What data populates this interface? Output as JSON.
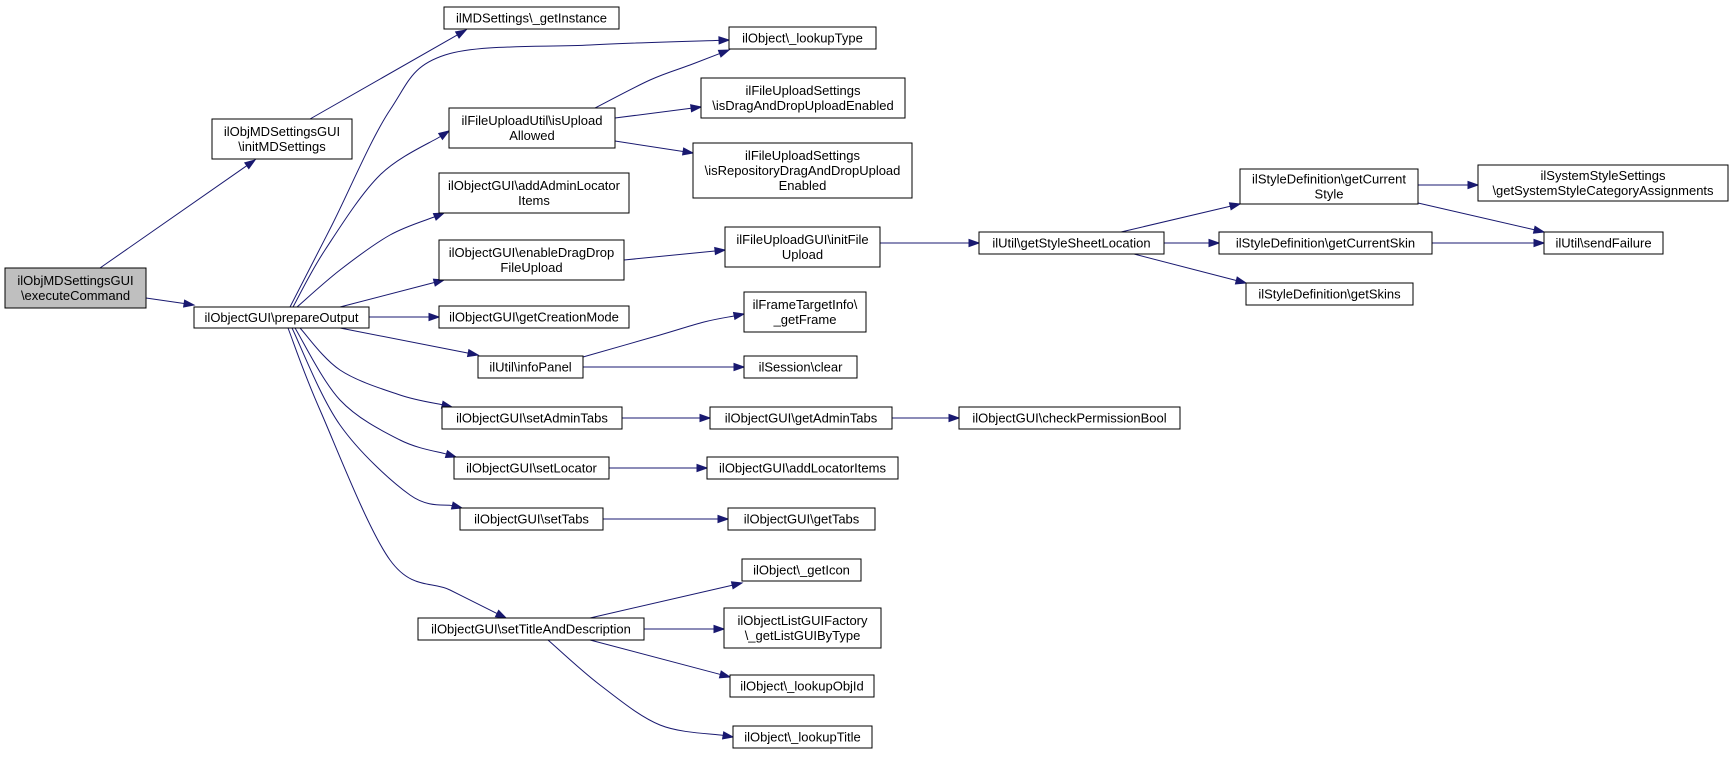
{
  "colors": {
    "edge": "#191970",
    "node_fill": "#ffffff",
    "node_highlight": "#bfbfbf",
    "node_border": "#000000"
  },
  "nodes": [
    {
      "id": "n0",
      "lines": [
        "ilObjMDSettingsGUI",
        "\\executeCommand"
      ],
      "highlight": true
    },
    {
      "id": "n1",
      "lines": [
        "ilObjMDSettingsGUI",
        "\\initMDSettings"
      ]
    },
    {
      "id": "n2",
      "lines": [
        "ilObjectGUI\\prepareOutput"
      ]
    },
    {
      "id": "n3",
      "lines": [
        "ilMDSettings\\_getInstance"
      ]
    },
    {
      "id": "n4",
      "lines": [
        "ilObject\\_lookupType"
      ]
    },
    {
      "id": "n5",
      "lines": [
        "ilFileUploadUtil\\isUpload",
        "Allowed"
      ]
    },
    {
      "id": "n6",
      "lines": [
        "ilObjectGUI\\addAdminLocator",
        "Items"
      ]
    },
    {
      "id": "n7",
      "lines": [
        "ilObjectGUI\\enableDragDrop",
        "FileUpload"
      ]
    },
    {
      "id": "n8",
      "lines": [
        "ilObjectGUI\\getCreationMode"
      ]
    },
    {
      "id": "n9",
      "lines": [
        "ilUtil\\infoPanel"
      ]
    },
    {
      "id": "n10",
      "lines": [
        "ilObjectGUI\\setAdminTabs"
      ]
    },
    {
      "id": "n11",
      "lines": [
        "ilObjectGUI\\setLocator"
      ]
    },
    {
      "id": "n12",
      "lines": [
        "ilObjectGUI\\setTabs"
      ]
    },
    {
      "id": "n13",
      "lines": [
        "ilObjectGUI\\setTitleAndDescription"
      ]
    },
    {
      "id": "n14",
      "lines": [
        "ilFileUploadSettings",
        "\\isDragAndDropUploadEnabled"
      ]
    },
    {
      "id": "n15",
      "lines": [
        "ilFileUploadSettings",
        "\\isRepositoryDragAndDropUpload",
        "Enabled"
      ]
    },
    {
      "id": "n16",
      "lines": [
        "ilFileUploadGUI\\initFile",
        "Upload"
      ]
    },
    {
      "id": "n17",
      "lines": [
        "ilFrameTargetInfo\\",
        "_getFrame"
      ]
    },
    {
      "id": "n18",
      "lines": [
        "ilSession\\clear"
      ]
    },
    {
      "id": "n19",
      "lines": [
        "ilObjectGUI\\getAdminTabs"
      ]
    },
    {
      "id": "n20",
      "lines": [
        "ilObjectGUI\\addLocatorItems"
      ]
    },
    {
      "id": "n21",
      "lines": [
        "ilObjectGUI\\getTabs"
      ]
    },
    {
      "id": "n22",
      "lines": [
        "ilObject\\_getIcon"
      ]
    },
    {
      "id": "n23",
      "lines": [
        "ilObjectListGUIFactory",
        "\\_getListGUIByType"
      ]
    },
    {
      "id": "n24",
      "lines": [
        "ilObject\\_lookupObjId"
      ]
    },
    {
      "id": "n25",
      "lines": [
        "ilObject\\_lookupTitle"
      ]
    },
    {
      "id": "n26",
      "lines": [
        "ilUtil\\getStyleSheetLocation"
      ]
    },
    {
      "id": "n27",
      "lines": [
        "ilObjectGUI\\checkPermissionBool"
      ]
    },
    {
      "id": "n28",
      "lines": [
        "ilStyleDefinition\\getCurrent",
        "Style"
      ]
    },
    {
      "id": "n29",
      "lines": [
        "ilStyleDefinition\\getCurrentSkin"
      ]
    },
    {
      "id": "n30",
      "lines": [
        "ilStyleDefinition\\getSkins"
      ]
    },
    {
      "id": "n31",
      "lines": [
        "ilSystemStyleSettings",
        "\\getSystemStyleCategoryAssignments"
      ]
    },
    {
      "id": "n32",
      "lines": [
        "ilUtil\\sendFailure"
      ]
    }
  ],
  "edges": [
    [
      "n0",
      "n1"
    ],
    [
      "n0",
      "n2"
    ],
    [
      "n1",
      "n3"
    ],
    [
      "n2",
      "n4"
    ],
    [
      "n2",
      "n5"
    ],
    [
      "n2",
      "n6"
    ],
    [
      "n2",
      "n7"
    ],
    [
      "n2",
      "n8"
    ],
    [
      "n2",
      "n9"
    ],
    [
      "n2",
      "n10"
    ],
    [
      "n2",
      "n11"
    ],
    [
      "n2",
      "n12"
    ],
    [
      "n2",
      "n13"
    ],
    [
      "n5",
      "n4"
    ],
    [
      "n5",
      "n14"
    ],
    [
      "n5",
      "n15"
    ],
    [
      "n7",
      "n16"
    ],
    [
      "n9",
      "n17"
    ],
    [
      "n9",
      "n18"
    ],
    [
      "n10",
      "n19"
    ],
    [
      "n11",
      "n20"
    ],
    [
      "n12",
      "n21"
    ],
    [
      "n13",
      "n22"
    ],
    [
      "n13",
      "n23"
    ],
    [
      "n13",
      "n24"
    ],
    [
      "n13",
      "n25"
    ],
    [
      "n16",
      "n26"
    ],
    [
      "n19",
      "n27"
    ],
    [
      "n26",
      "n28"
    ],
    [
      "n26",
      "n29"
    ],
    [
      "n26",
      "n30"
    ],
    [
      "n28",
      "n31"
    ],
    [
      "n28",
      "n32"
    ],
    [
      "n29",
      "n32"
    ]
  ]
}
